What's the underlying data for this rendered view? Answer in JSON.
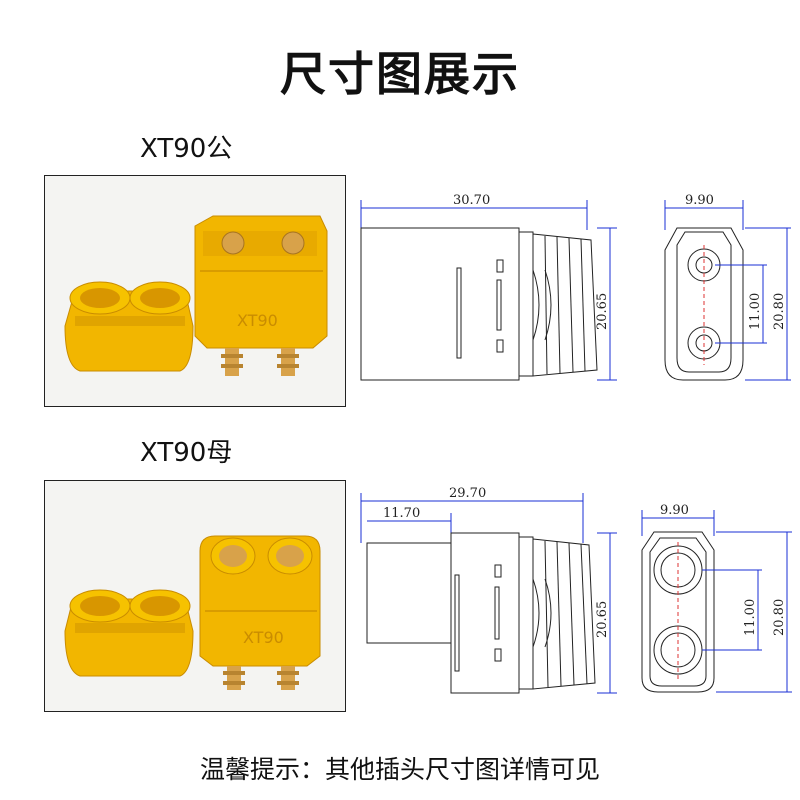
{
  "page_title": "尺寸图展示",
  "male": {
    "label": "XT90公",
    "body_marking": "XT90",
    "side_view": {
      "length": "30.70",
      "height": "20.65"
    },
    "front_view": {
      "width": "9.90",
      "pin_spacing": "11.00",
      "height": "20.80"
    }
  },
  "female": {
    "label": "XT90母",
    "body_marking": "XT90",
    "side_view": {
      "length": "29.70",
      "front_length": "11.70",
      "height": "20.65"
    },
    "front_view": {
      "width": "9.90",
      "pin_spacing": "11.00",
      "height": "20.80"
    }
  },
  "footer_note": "温馨提示：其他插头尺寸图详情可见",
  "colors": {
    "connector": "#f2b600",
    "connector_dark": "#c98c00",
    "dimension": "#1a2fd6",
    "outline": "#222222"
  }
}
